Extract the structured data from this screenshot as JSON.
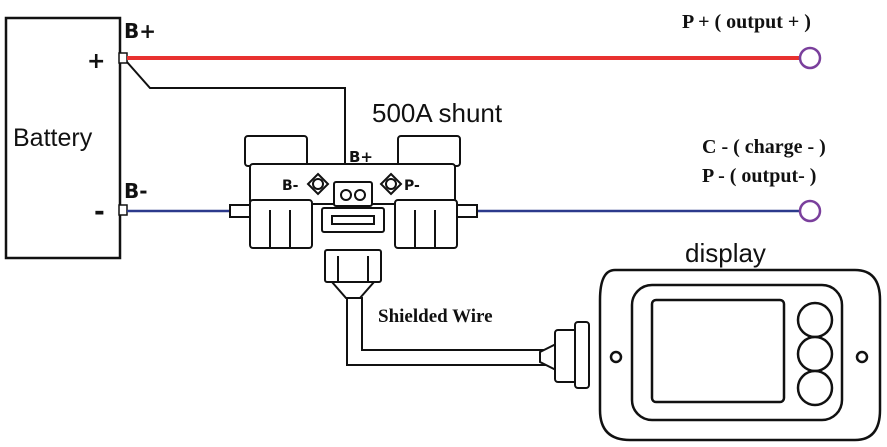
{
  "battery": {
    "label": "Battery",
    "plus_sign": "+",
    "minus_sign": "-"
  },
  "terminals": {
    "b_plus": "B+",
    "b_minus": "B-"
  },
  "shunt": {
    "title": "500A shunt",
    "b_plus": "B+",
    "b_minus": "B-",
    "p_minus": "P-"
  },
  "outputs": {
    "p_plus": "P + ( output + )",
    "c_minus": "C - ( charge - )",
    "p_minus": "P - ( output- )"
  },
  "wire": {
    "label": "Shielded Wire"
  },
  "display": {
    "label": "display"
  },
  "colors": {
    "positive_wire": "#e8312f",
    "negative_wire": "#2c3a8c",
    "terminal_ring": "#7a3f9c",
    "outline": "#111111"
  }
}
